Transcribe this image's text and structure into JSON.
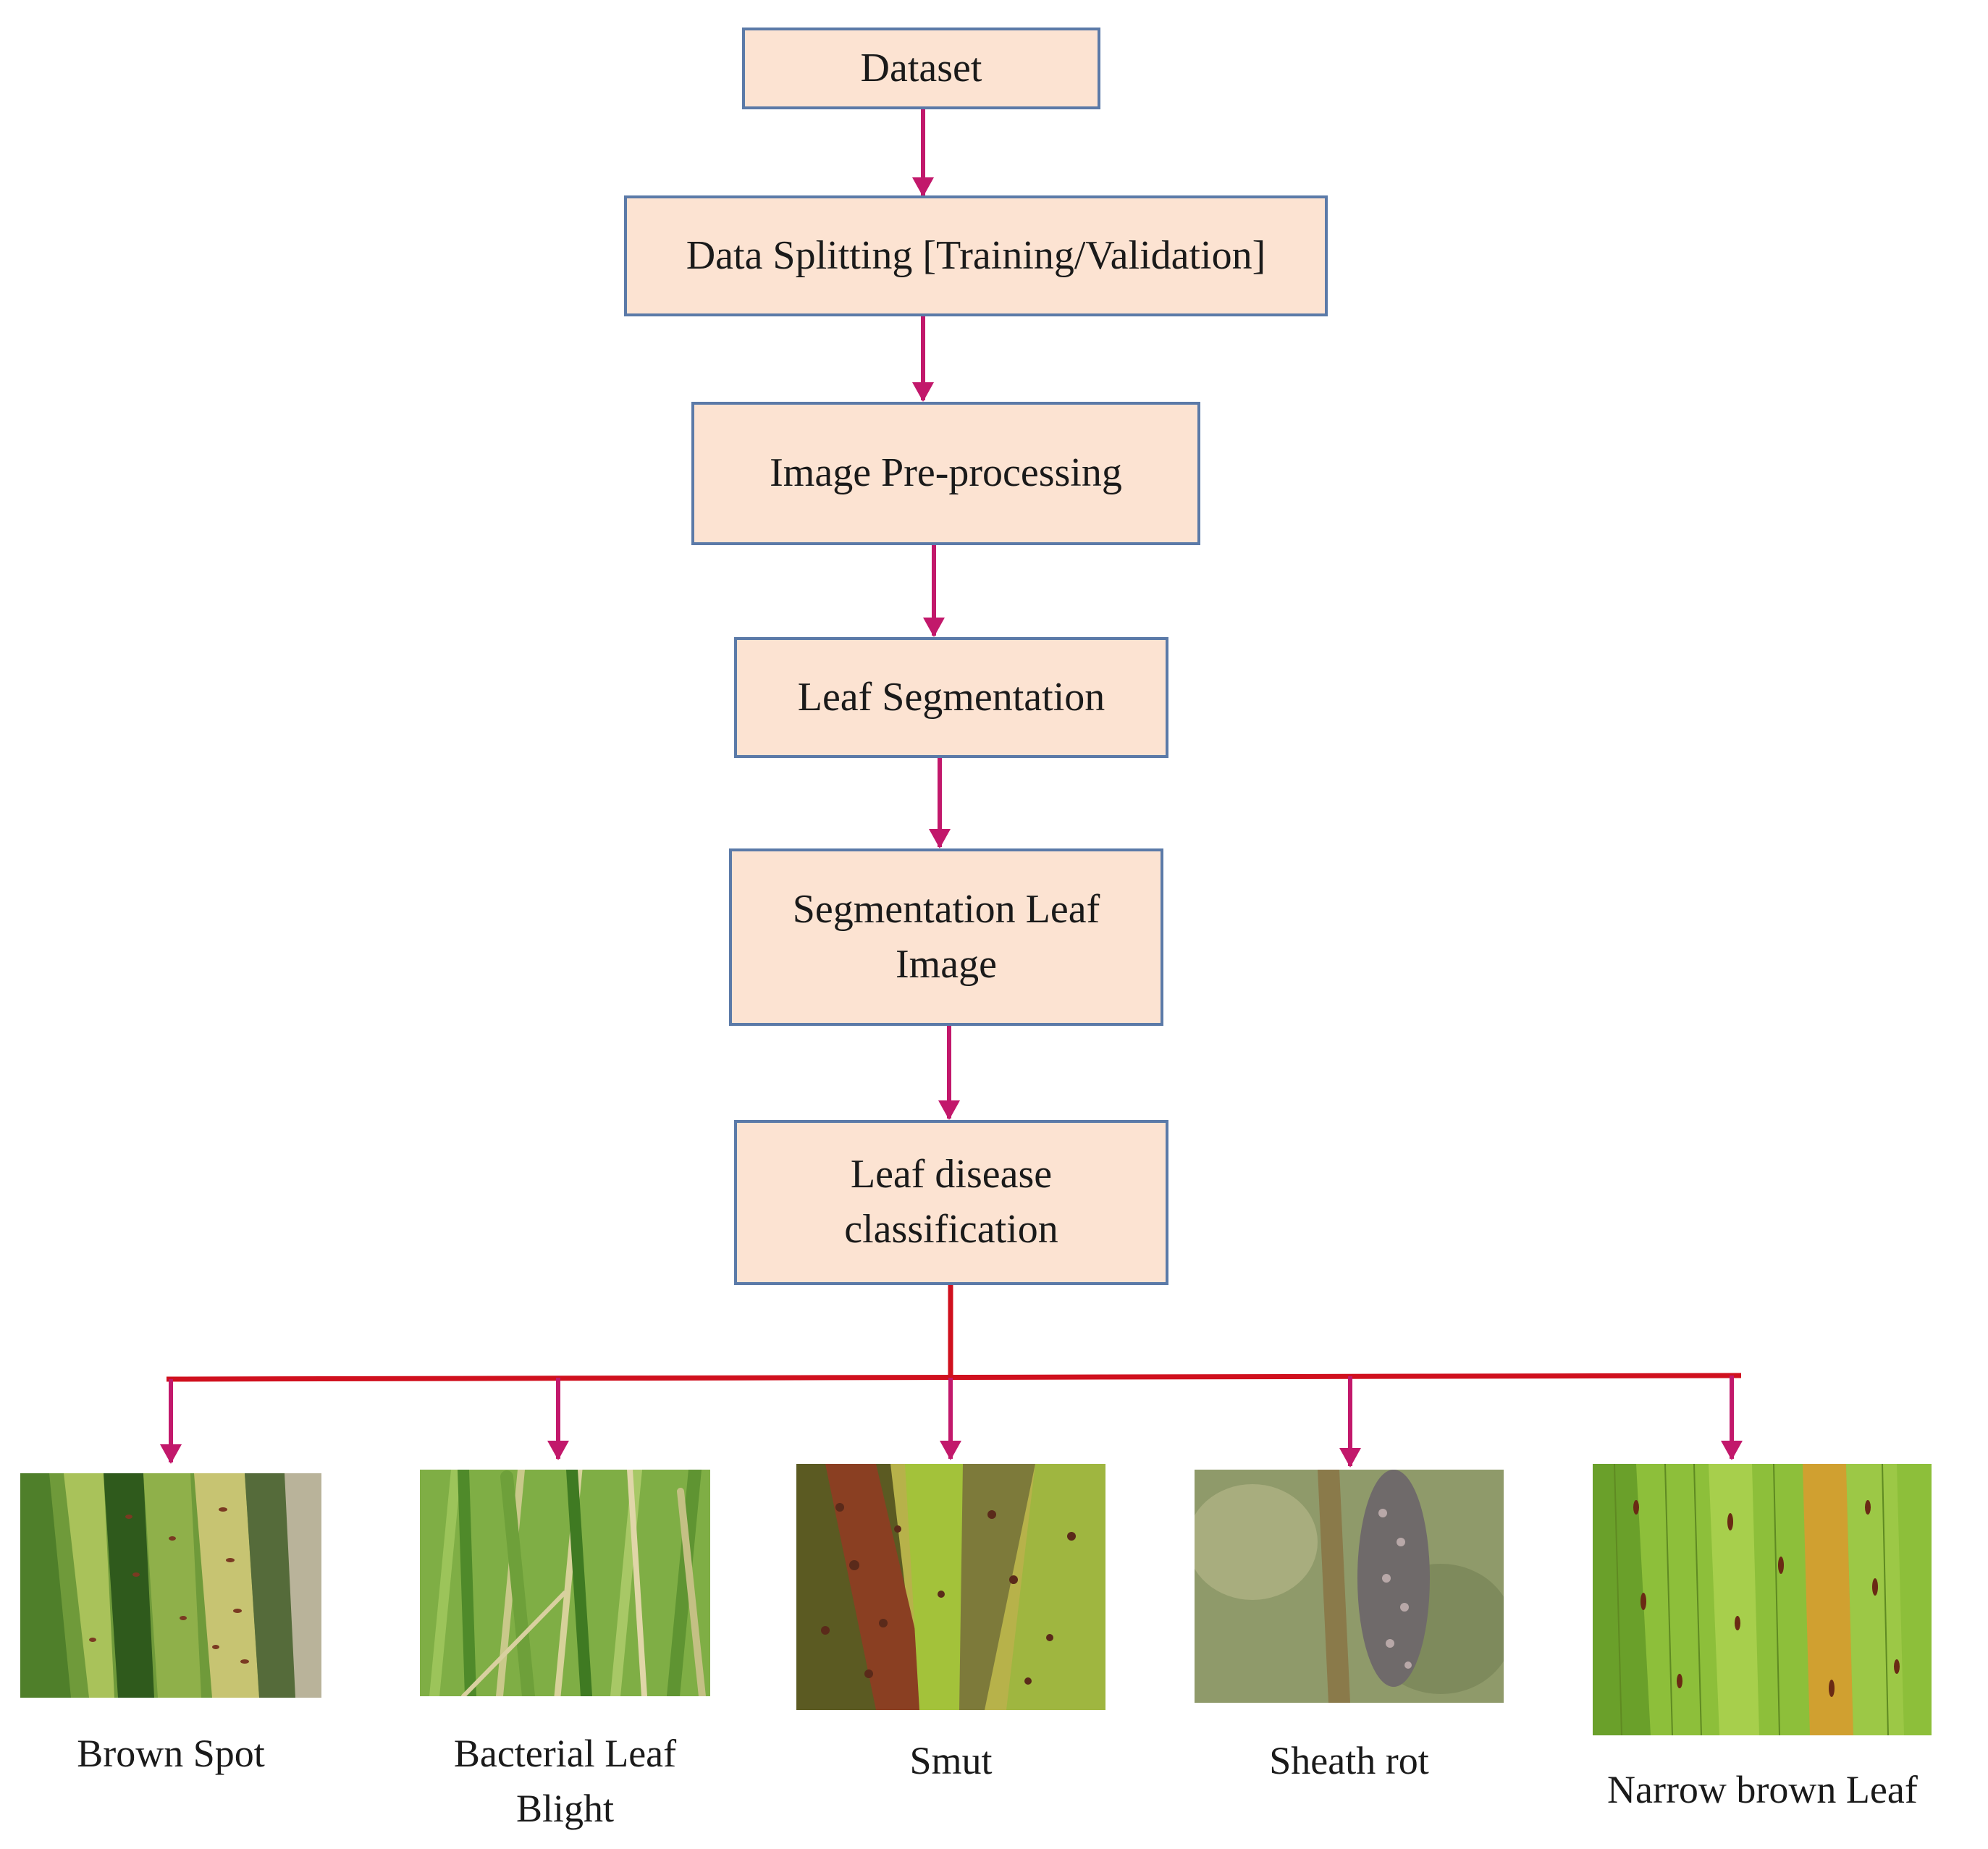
{
  "colors": {
    "box_fill": "#fce3d2",
    "box_border": "#5b7aa8",
    "arrow": "#c2186b",
    "branch_line": "#d0101e"
  },
  "steps": [
    {
      "label": "Dataset"
    },
    {
      "label": "Data Splitting [Training/Validation]"
    },
    {
      "label": "Image Pre-processing"
    },
    {
      "label": "Leaf Segmentation"
    },
    {
      "label": "Segmentation Leaf Image"
    },
    {
      "label": "Leaf disease classification"
    }
  ],
  "classes": [
    {
      "label": "Brown Spot",
      "icon": "brown-spot-leaf-photo"
    },
    {
      "label": "Bacterial Leaf Blight",
      "icon": "bacterial-leaf-blight-photo"
    },
    {
      "label": "Smut",
      "icon": "smut-leaf-photo"
    },
    {
      "label": "Sheath rot",
      "icon": "sheath-rot-photo"
    },
    {
      "label": "Narrow brown Leaf",
      "icon": "narrow-brown-leaf-photo"
    }
  ]
}
